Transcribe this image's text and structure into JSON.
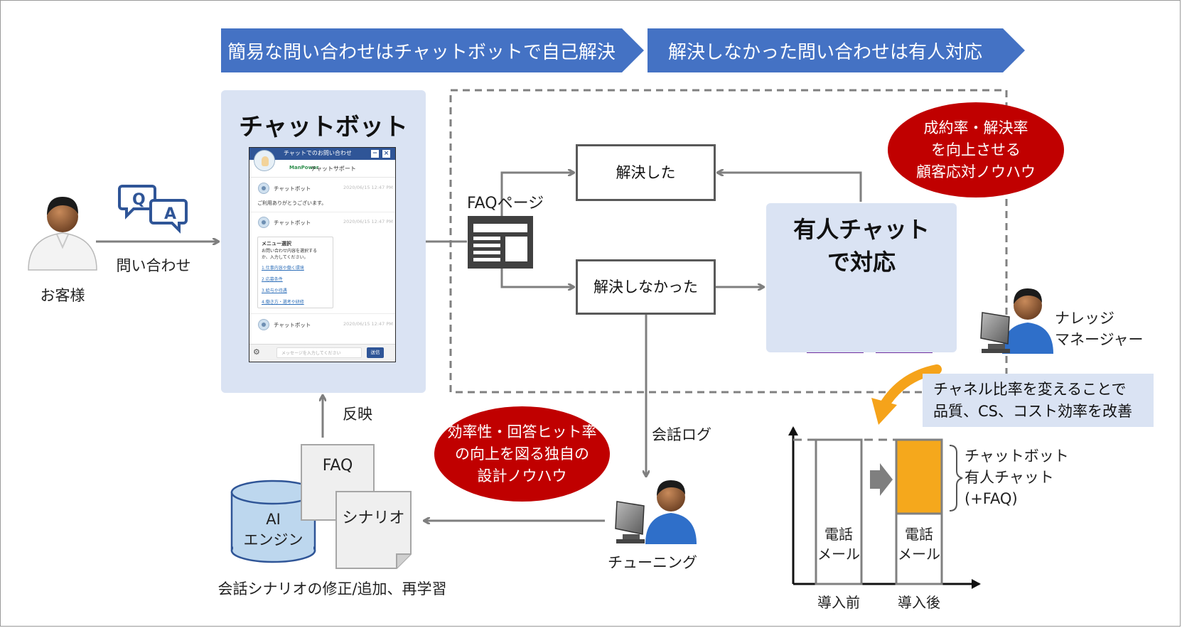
{
  "banners": [
    {
      "label": "簡易な問い合わせはチャットボットで自己解決"
    },
    {
      "label": "解決しなかった問い合わせは有人対応"
    }
  ],
  "customer": {
    "label": "お客様"
  },
  "inquiry": {
    "label": "問い合わせ",
    "icon": "qa-bubbles-icon"
  },
  "chatbot": {
    "title": "チャットボット",
    "window": {
      "header": "チャットでのお問い合わせ",
      "minimize": "−",
      "close": "×",
      "logo": "ManPower",
      "subtitle": "チャットサポート",
      "bot_name": "チャットボット",
      "timestamp": "2020/06/15 12:47 PM",
      "greeting": "ご利用ありがとうございます。",
      "menu_title": "メニュー選択",
      "menu_desc_1": "お問い合わせ内容を選択する",
      "menu_desc_2": "か、入力してください。",
      "menu_items": [
        "1.仕事内容や働く環境",
        "2.応募条件",
        "3.給与や待遇",
        "4.働き方・選考や研修"
      ],
      "input_placeholder": "メッセージを入力してください",
      "send_label": "送信"
    }
  },
  "faq_page": {
    "label": "FAQページ"
  },
  "resolved": {
    "label": "解決した"
  },
  "unresolved": {
    "label": "解決しなかった"
  },
  "human_chat": {
    "line1": "有人チャット",
    "line2": "で対応"
  },
  "oval_top": {
    "line1": "成約率・解決率",
    "line2": "を向上させる",
    "line3": "顧客応対ノウハウ"
  },
  "knowledge_manager": {
    "line1": "ナレッジ",
    "line2": "マネージャー"
  },
  "note": {
    "line1": "チャネル比率を変えることで",
    "line2": "品質、CS、コスト効率を改善"
  },
  "reflect": {
    "label": "反映"
  },
  "conversation_log": {
    "label": "会話ログ"
  },
  "tuning": {
    "label": "チューニング"
  },
  "oval_bottom": {
    "line1": "効率性・回答ヒット率",
    "line2": "の向上を図る独自の",
    "line3": "設計ノウハウ"
  },
  "ai_engine": {
    "line1": "AI",
    "line2": "エンジン"
  },
  "faq_doc": {
    "label": "FAQ"
  },
  "scenario_doc": {
    "label": "シナリオ"
  },
  "bottom_caption": {
    "label": "会話シナリオの修正/追加、再学習"
  },
  "bar_chart": {
    "before": {
      "label": "導入前",
      "seg": [
        "電話",
        "メール"
      ]
    },
    "after": {
      "label": "導入後",
      "seg": [
        "電話",
        "メール"
      ]
    },
    "brace_labels": [
      "チャットボット",
      "有人チャット",
      "(+FAQ)"
    ]
  },
  "colors": {
    "banner": "#4472c4",
    "panel": "#dae3f3",
    "oval": "#c00000",
    "orange": "#f5a31a",
    "arrow": "#7f7f7f"
  }
}
